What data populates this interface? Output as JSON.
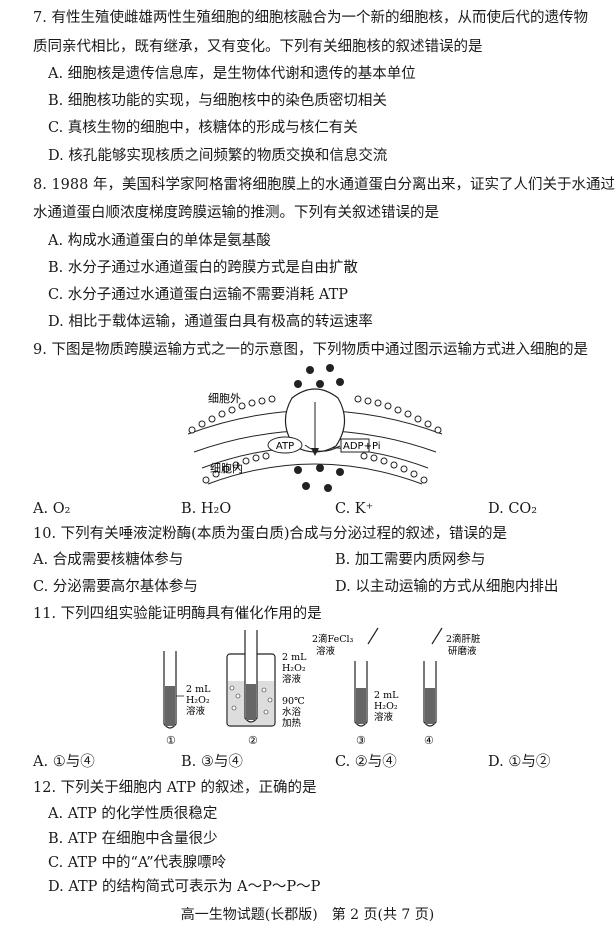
{
  "q7": {
    "stem1": "7. 有性生殖使雌雄两性生殖细胞的细胞核融合为一个新的细胞核，从而使后代的遗传物",
    "stem2": "质同亲代相比，既有继承，又有变化。下列有关细胞核的叙述错误的是",
    "A": "A. 细胞核是遗传信息库，是生物体代谢和遗传的基本单位",
    "B": "B. 细胞核功能的实现，与细胞核中的染色质密切相关",
    "C": "C. 真核生物的细胞中，核糖体的形成与核仁有关",
    "D": "D. 核孔能够实现核质之间频繁的物质交换和信息交流"
  },
  "q8": {
    "stem1": "8. 1988 年，美国科学家阿格雷将细胞膜上的水通道蛋白分离出来，证实了人们关于水通过",
    "stem2": "水通道蛋白顺浓度梯度跨膜运输的推测。下列有关叙述错误的是",
    "A": "A. 构成水通道蛋白的单体是氨基酸",
    "B": "B. 水分子通过水通道蛋白的跨膜方式是自由扩散",
    "C": "C. 水分子通过水通道蛋白运输不需要消耗 ATP",
    "D": "D. 相比于载体运输，通道蛋白具有极高的转运速率"
  },
  "q9": {
    "stem": "9. 下图是物质跨膜运输方式之一的示意图，下列物质中通过图示运输方式进入细胞的是",
    "fig_outside": "细胞外",
    "fig_inside": "细胞内",
    "fig_atp": "ATP",
    "fig_adp": "ADP+Pi",
    "A": "A. O₂",
    "B": "B. H₂O",
    "C": "C. K⁺",
    "D": "D. CO₂"
  },
  "q10": {
    "stem": "10. 下列有关唾液淀粉酶(本质为蛋白质)合成与分泌过程的叙述，错误的是",
    "A": "A. 合成需要核糖体参与",
    "B": "B. 加工需要内质网参与",
    "C": "C. 分泌需要高尔基体参与",
    "D": "D. 以主动运输的方式从细胞内排出"
  },
  "q11": {
    "stem": "11. 下列四组实验能证明酶具有催化作用的是",
    "fig_h2o2_a": "2 mL",
    "fig_h2o2_b": "H₂O₂",
    "fig_h2o2_c": "溶液",
    "fig_bath_a": "90℃",
    "fig_bath_b": "水浴",
    "fig_bath_c": "加热",
    "fig_fecl3_a": "2滴FeCl₃",
    "fig_fecl3_b": "溶液",
    "fig_liver_a": "2滴肝脏",
    "fig_liver_b": "研磨液",
    "n1": "①",
    "n2": "②",
    "n3": "③",
    "n4": "④",
    "A": "A. ①与④",
    "B": "B. ③与④",
    "C": "C. ②与④",
    "D": "D. ①与②"
  },
  "q12": {
    "stem": "12. 下列关于细胞内 ATP 的叙述，正确的是",
    "A": "A. ATP 的化学性质很稳定",
    "B": "B. ATP 在细胞中含量很少",
    "C": "C. ATP 中的“A”代表腺嘌呤",
    "D": "D. ATP 的结构简式可表示为 A～P～P～P"
  },
  "footer": "高一生物试题(长郡版)　第 2 页(共 7 页)"
}
